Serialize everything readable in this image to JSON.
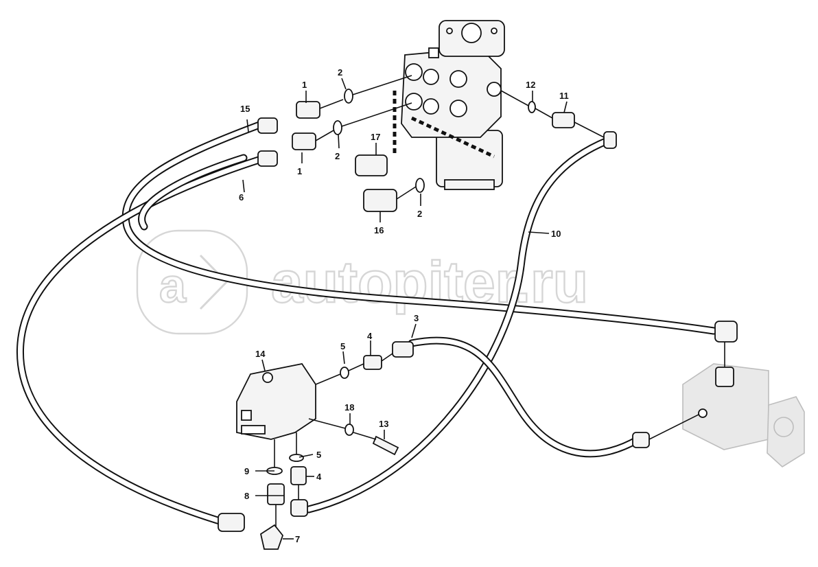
{
  "watermark": {
    "text": "autopiter.ru"
  },
  "callouts": [
    {
      "id": "c1a",
      "label": "1"
    },
    {
      "id": "c1b",
      "label": "1"
    },
    {
      "id": "c2a",
      "label": "2"
    },
    {
      "id": "c2b",
      "label": "2"
    },
    {
      "id": "c2c",
      "label": "2"
    },
    {
      "id": "c3",
      "label": "3"
    },
    {
      "id": "c4a",
      "label": "4"
    },
    {
      "id": "c4b",
      "label": "4"
    },
    {
      "id": "c5a",
      "label": "5"
    },
    {
      "id": "c5b",
      "label": "5"
    },
    {
      "id": "c6",
      "label": "6"
    },
    {
      "id": "c7",
      "label": "7"
    },
    {
      "id": "c8",
      "label": "8"
    },
    {
      "id": "c9",
      "label": "9"
    },
    {
      "id": "c10",
      "label": "10"
    },
    {
      "id": "c11",
      "label": "11"
    },
    {
      "id": "c12",
      "label": "12"
    },
    {
      "id": "c13",
      "label": "13"
    },
    {
      "id": "c14",
      "label": "14"
    },
    {
      "id": "c15",
      "label": "15"
    },
    {
      "id": "c16",
      "label": "16"
    },
    {
      "id": "c17",
      "label": "17"
    },
    {
      "id": "c18",
      "label": "18"
    }
  ]
}
